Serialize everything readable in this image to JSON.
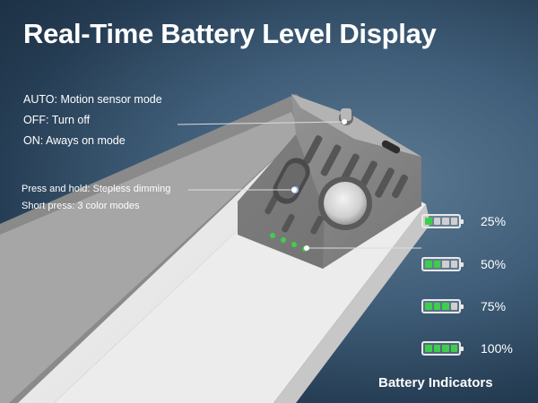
{
  "title": "Real-Time Battery Level Display",
  "modes": [
    "AUTO: Motion sensor mode",
    "OFF: Turn off",
    "ON: Aways on mode"
  ],
  "press": [
    "Press and hold: Stepless dimming",
    "Short press: 3 color modes"
  ],
  "batteries": [
    {
      "label": "25%",
      "level": 1
    },
    {
      "label": "50%",
      "level": 2
    },
    {
      "label": "75%",
      "level": 3
    },
    {
      "label": "100%",
      "level": 4
    }
  ],
  "indicators_label": "Battery Indicators",
  "colors": {
    "accent_green": "#3ecf4a",
    "background": "#3f5d78",
    "device_gray": "#8c8c8c"
  }
}
